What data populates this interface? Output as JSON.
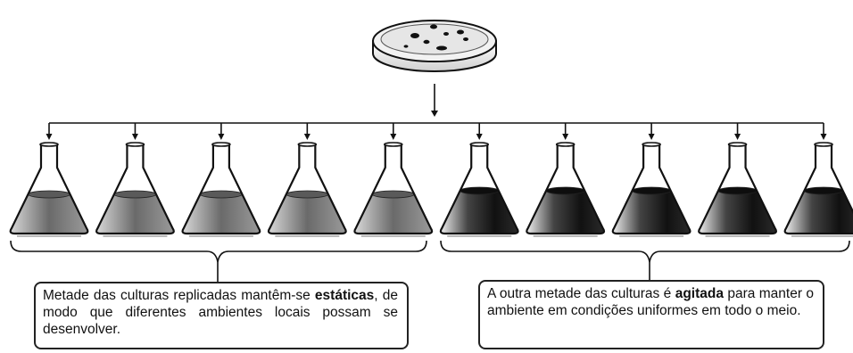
{
  "captions": {
    "left": {
      "part1": "Metade das culturas replicadas mantêm-se",
      "bold": "estáticas",
      "part2": ", de modo que diferentes ambientes locais possam se desenvolver."
    },
    "right": {
      "part1": "A outra metade das culturas é",
      "bold": "agitada",
      "part2": "para manter o ambiente em condições uniformes em todo o meio."
    }
  },
  "flasks": {
    "static_count": 5,
    "agitated_count": 5,
    "static_liquid_color": "#8a8a8a",
    "agitated_liquid_color": "#1c1c1c",
    "outline_color": "#111111"
  }
}
